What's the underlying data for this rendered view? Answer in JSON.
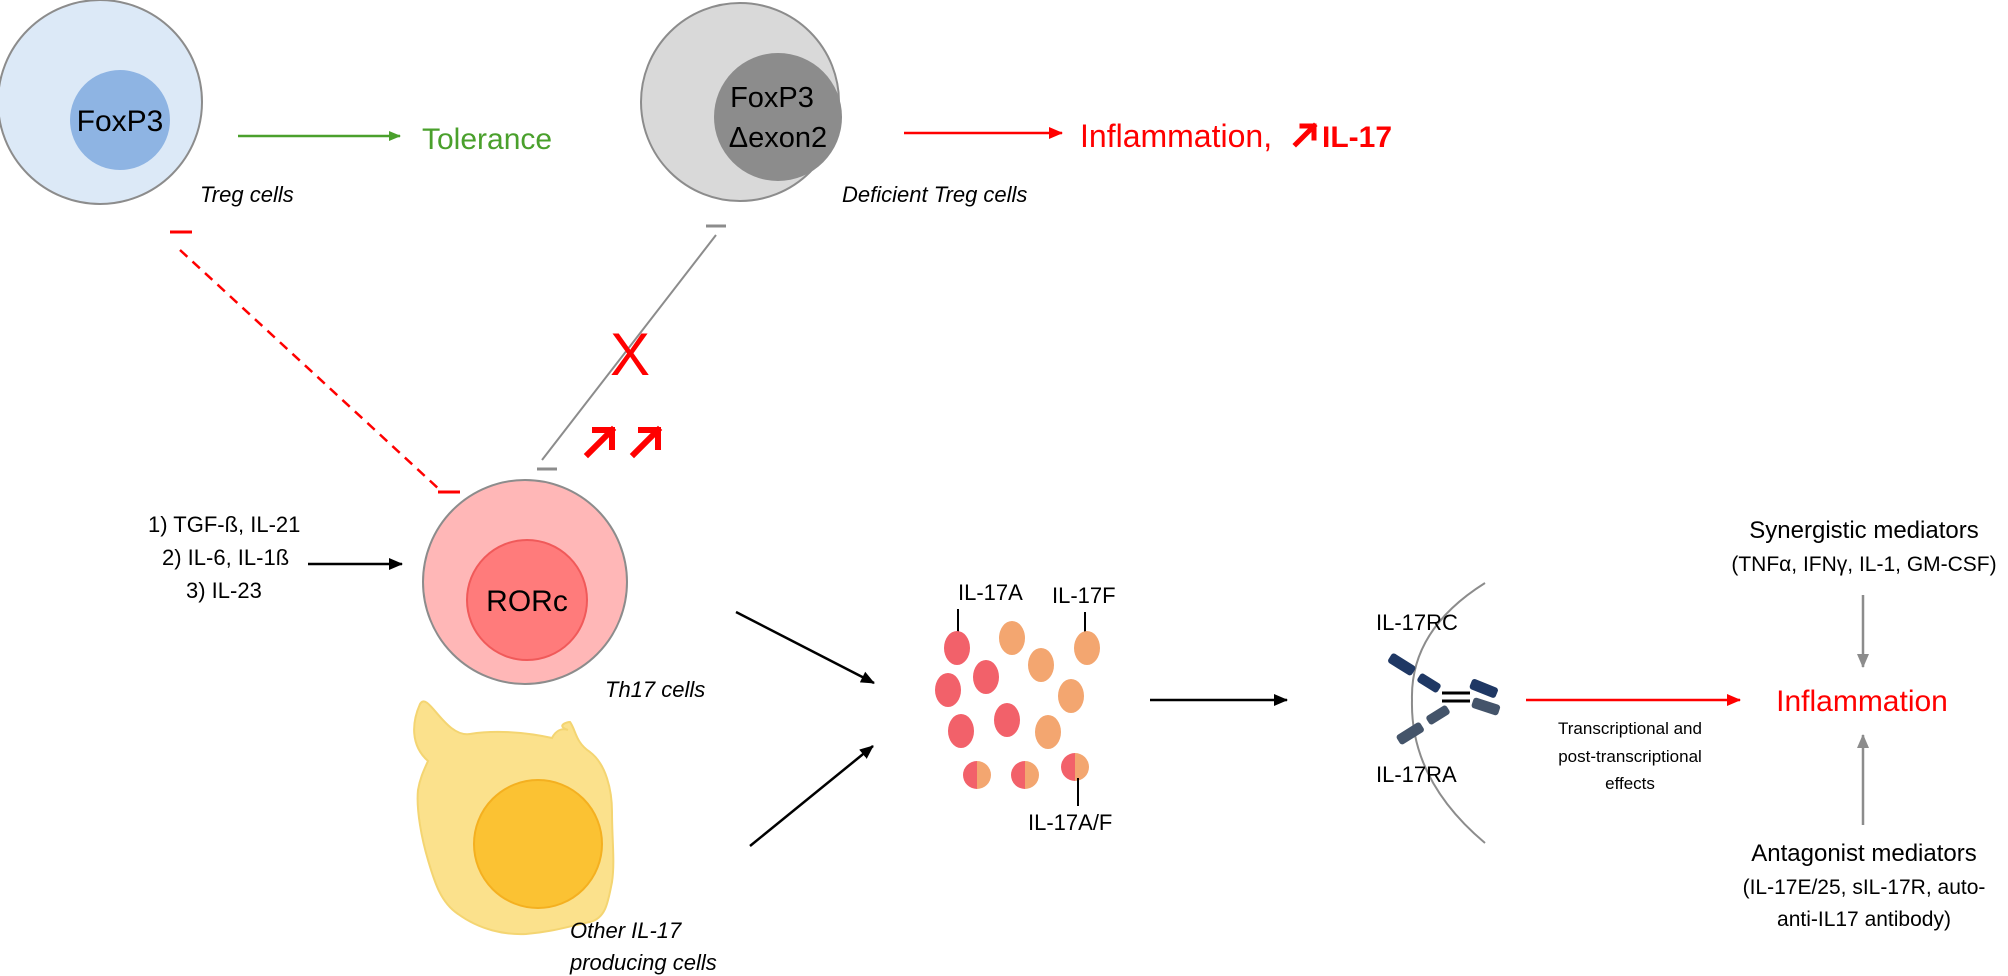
{
  "colors": {
    "green": "#4aa02c",
    "red": "#ff0000",
    "black": "#000000",
    "gray_line": "#8c8c8c",
    "treg_outer": "#dce9f7",
    "treg_inner": "#8eb4e3",
    "deficient_outer": "#d9d9d9",
    "deficient_inner": "#8c8c8c",
    "th17_outer": "#ffb7b7",
    "th17_inner": "#ff7b7b",
    "other_outer": "#fbe18c",
    "other_inner": "#fbc233",
    "il17a_dot": "#f2616a",
    "il17f_dot": "#f3a670",
    "receptor_dark": "#1f3864",
    "receptor_slate": "#44546a"
  },
  "cells": {
    "treg": {
      "marker": "FoxP3",
      "label": "Treg cells"
    },
    "deficient": {
      "marker_line1": "FoxP3",
      "marker_line2": "Δexon2",
      "label": "Deficient Treg cells"
    },
    "th17": {
      "marker": "RORc",
      "label": "Th17 cells"
    },
    "other": {
      "label_line1": "Other IL-17",
      "label_line2": "producing cells"
    }
  },
  "outcomes": {
    "tolerance": "Tolerance",
    "inflammation_prefix": "Inflammation,",
    "inflammation_il17": "IL-17",
    "blocked_mark": "X"
  },
  "cytokines": {
    "line1": "1) TGF-ß, IL-21",
    "line2": "2) IL-6, IL-1ß",
    "line3": "3) IL-23"
  },
  "il17_labels": {
    "a": "IL-17A",
    "f": "IL-17F",
    "af": "IL-17A/F"
  },
  "receptor": {
    "rc": "IL-17RC",
    "ra": "IL-17RA",
    "effects_line1": "Transcriptional and",
    "effects_line2": "post-transcriptional",
    "effects_line3": "effects"
  },
  "final": {
    "inflammation": "Inflammation",
    "synergistic_title": "Synergistic mediators",
    "synergistic_list": "(TNFα, IFNγ, IL-1, GM-CSF)",
    "antagonist_title": "Antagonist mediators",
    "antagonist_line1": "(IL-17E/25, sIL-17R, auto-",
    "antagonist_line2": "anti-IL17 antibody)"
  }
}
